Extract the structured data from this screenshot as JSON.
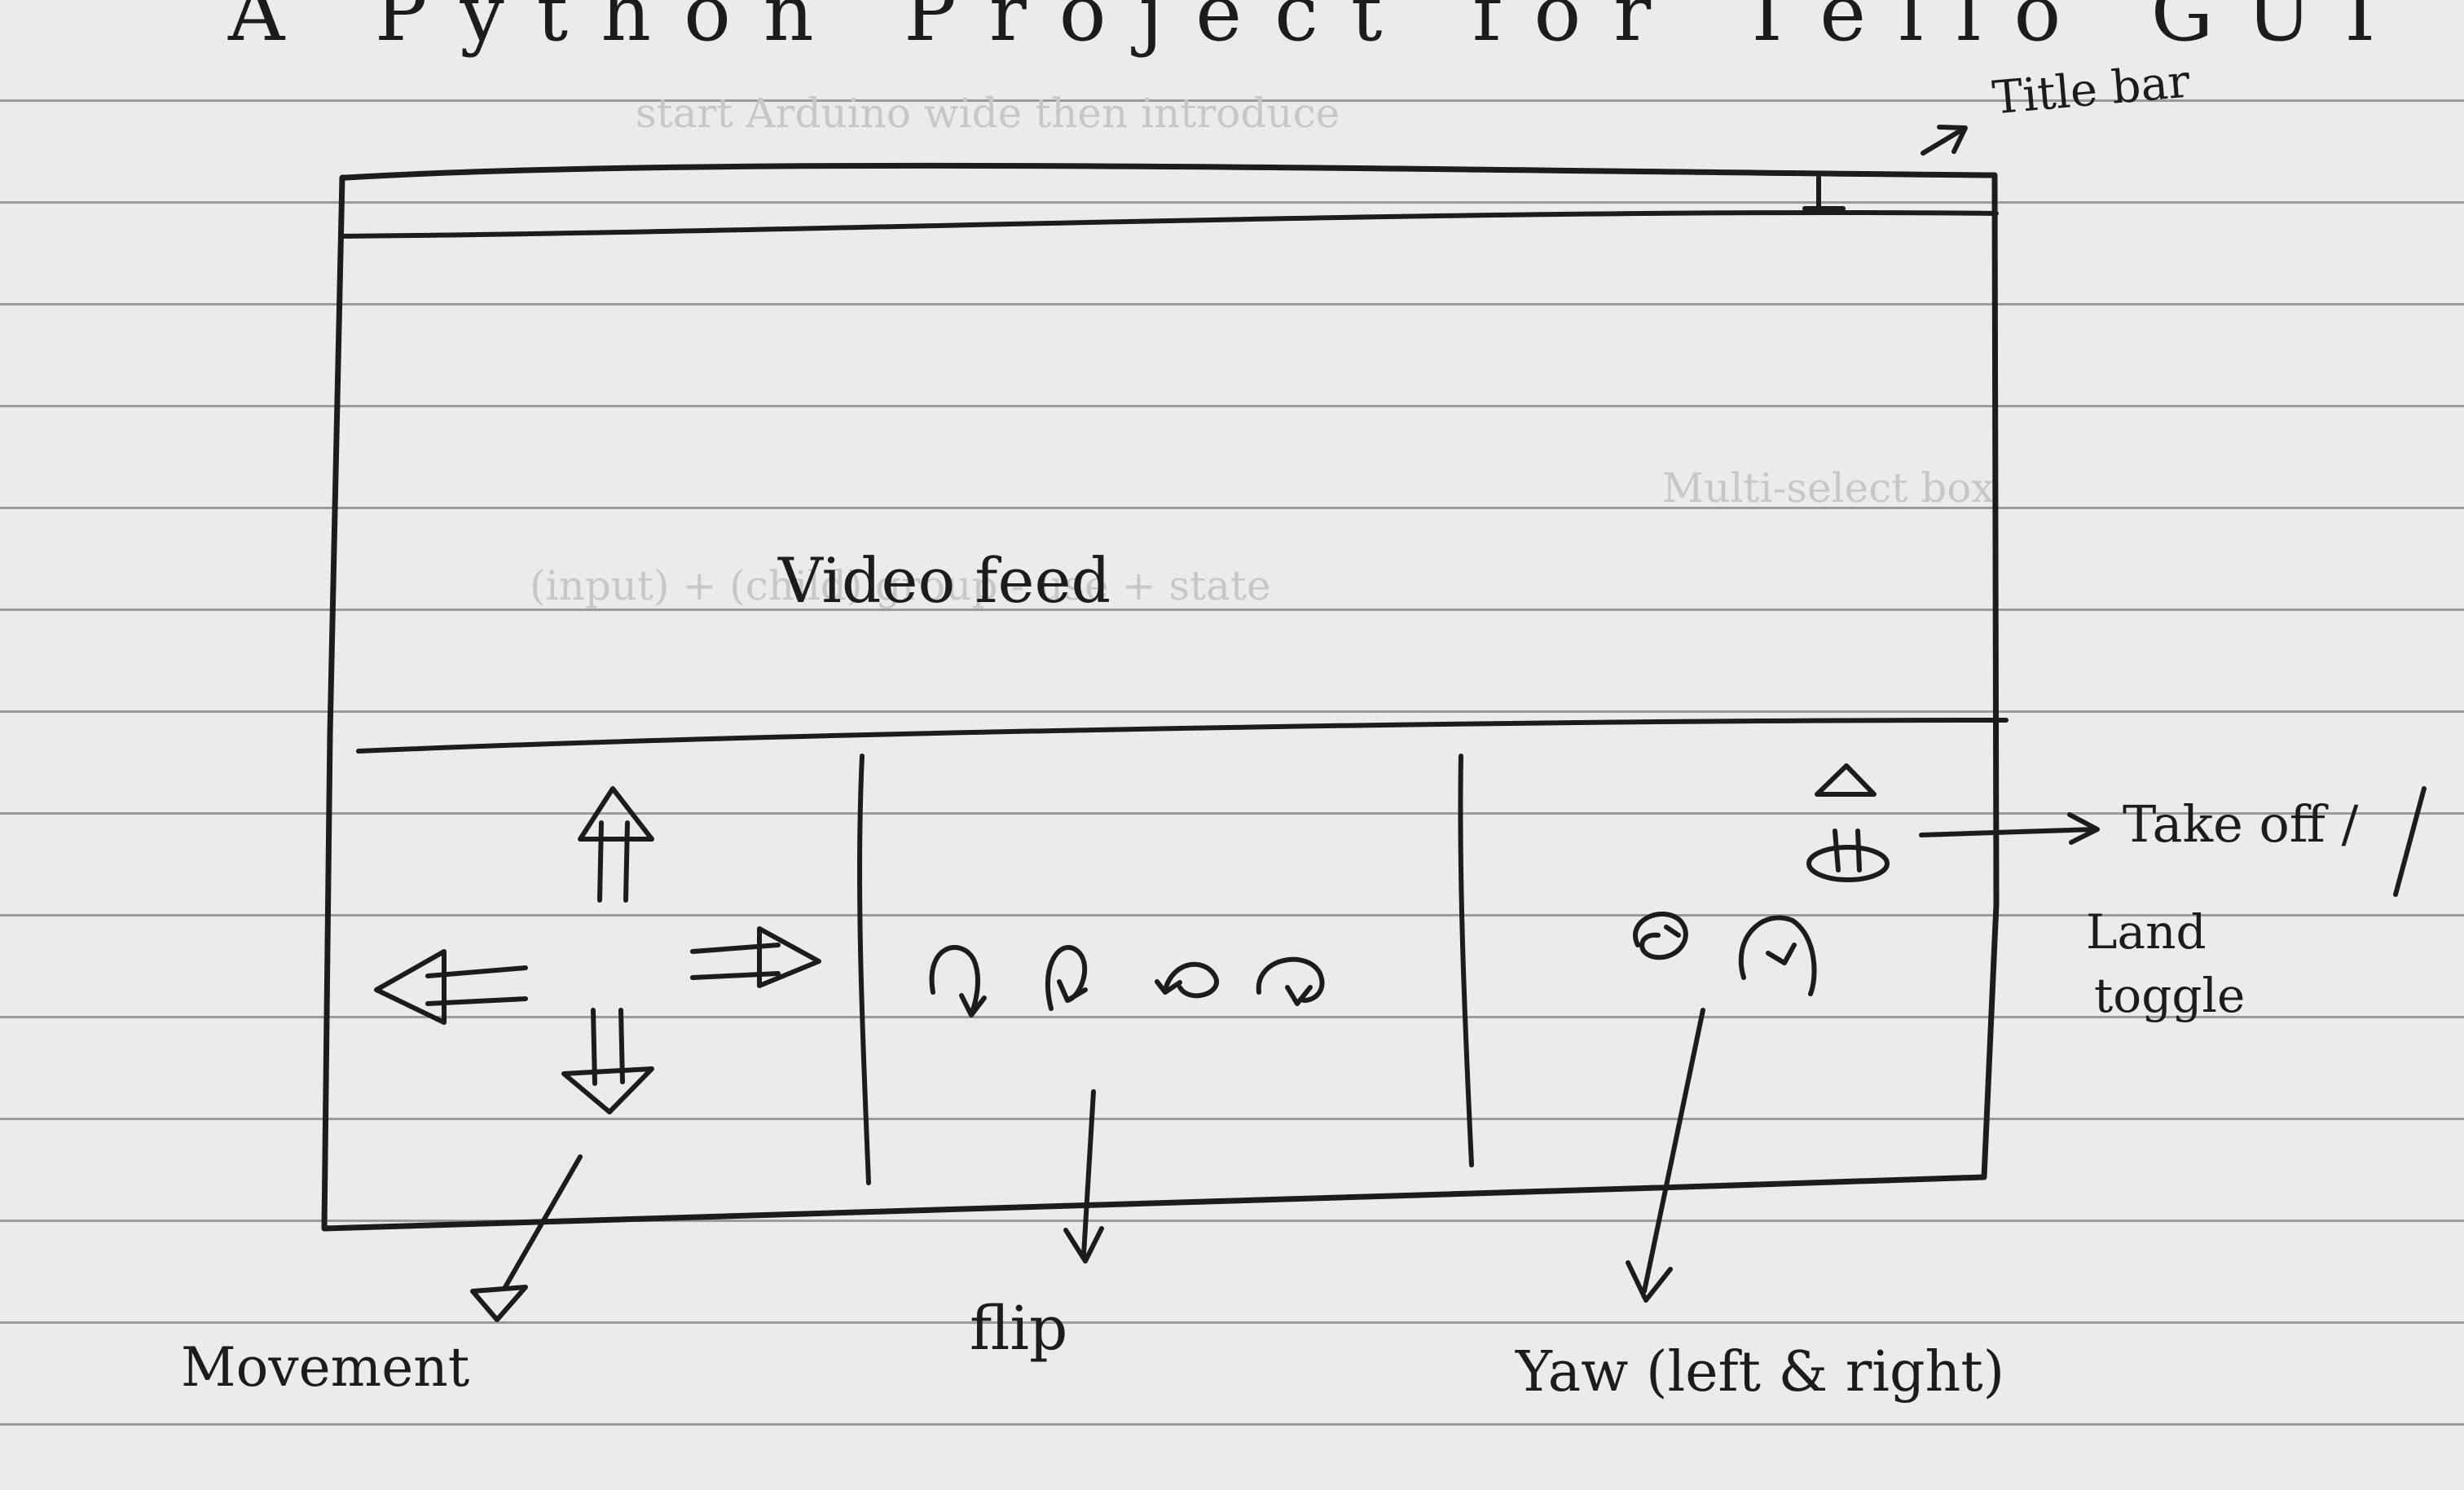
{
  "heading": "A Python Project for Tello GUI",
  "annotations": {
    "title_bar": "Title bar",
    "video_feed": "Video feed",
    "takeoff": "Take off /",
    "land_toggle_line1": "Land",
    "land_toggle_line2": "toggle",
    "movement": "Movement",
    "flip": "flip",
    "yaw": "Yaw (left & right)"
  },
  "controls": {
    "movement": [
      "up-arrow",
      "left-arrow",
      "right-arrow",
      "down-arrow"
    ],
    "flip": [
      "flip-forward-icon",
      "flip-back-icon",
      "flip-left-icon",
      "flip-right-icon"
    ],
    "yaw": [
      "yaw-left-icon",
      "yaw-right-icon"
    ],
    "takeoff_land": "takeoff-land-toggle-icon"
  },
  "colors": {
    "paper": "#ecebea",
    "ruled_line": "#9b9b9b",
    "ink": "#1c1c1c"
  }
}
